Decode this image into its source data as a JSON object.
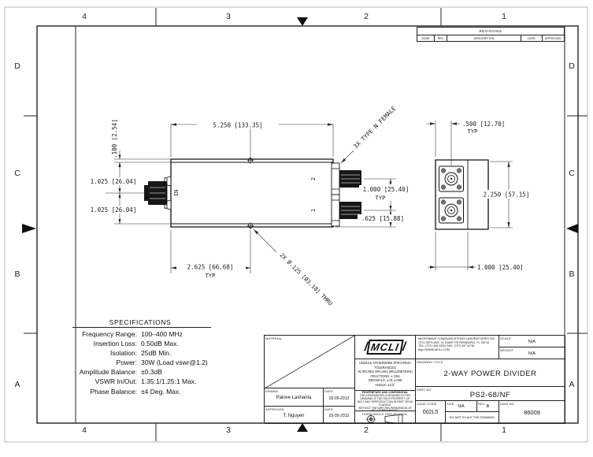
{
  "sheet": {
    "zones_top": [
      "4",
      "3",
      "2",
      "1"
    ],
    "zones_bottom": [
      "4",
      "3",
      "2",
      "1"
    ],
    "zones_left": [
      "D",
      "C",
      "B",
      "A"
    ],
    "zones_right": [
      "D",
      "C",
      "B",
      "A"
    ]
  },
  "revisions": {
    "title": "REVISIONS",
    "col_zone": "ZONE",
    "col_rev": "REV",
    "col_description": "DESCRIPTION",
    "col_date": "DATE",
    "col_approved": "APPROVED"
  },
  "specifications": {
    "title": "SPECIFICATIONS",
    "rows": [
      {
        "label": "Frequency Range:",
        "value": "100–400 MHz"
      },
      {
        "label": "Insertion Loss:",
        "value": "0.50dB Max."
      },
      {
        "label": "Isolation:",
        "value": "25dB Min."
      },
      {
        "label": "Power:",
        "value": "30W (Load vswr@1.2)"
      },
      {
        "label": "Amplitude Balance:",
        "value": "±0.3dB"
      },
      {
        "label": "VSWR In/Out:",
        "value": "1.35:1/1.25:1 Max."
      },
      {
        "label": "Phase Balance:",
        "value": "±4 Deg. Max."
      }
    ]
  },
  "front": {
    "dim_width": "5.250 [133.35]",
    "dim_lid": ".100 [2.54]",
    "dim_upper": "1.025 [26.04]",
    "dim_lower": "1.025 [26.04]",
    "dim_port_pitch": "1.000 [25.40]",
    "dim_port1": ".625 [15.88]",
    "dim_holes": "2.625 [66.68]",
    "typ": "TYP",
    "note_holes": "2X Ø.125 [Ø3.18] THRU",
    "note_connectors": "3X TYPE N FEMALE",
    "label_in": "IN",
    "label_port2": "2",
    "label_port1": "1"
  },
  "side": {
    "dim_offset": ".500 [12.70]",
    "typ": "TYP",
    "dim_height": "2.250 [57.15]",
    "dim_depth": "1.000 [25.40]"
  },
  "title_block": {
    "material_label": "MATERIAL",
    "logo_text": "MCLI",
    "company": [
      "MICROWAVE COMMUNICATIONS LABORATORIES INC.",
      "7271 55TH AVE. N. SAINT PETERSBURG, FL 33710",
      "TEL: (727) 344-6254  FAX: (727) 347-6718",
      "http://WWW.MCLI.COM"
    ],
    "tolerances": [
      "UNLESS OTHERWISE SPECIFIED:",
      "TOLERANCES",
      "IN INCHES OR [mm] (MILLIMETERS)",
      "FRACTIONS: ± 1/64",
      "DECIMALS: ±.01 ±.005",
      "ANGLE: ±1/2°"
    ],
    "proprietary": [
      "PROPRIETARY AND CONFIDENTIAL",
      "THE INFORMATION CONTAINED IN THIS DRAWING IS THE SOLE PROPERTY OF MCLI. ANY REPRODUCTION IN PART OR AS A WHOLE",
      "WITHOUT THE WRITTEN PERMISSION OF MCLI IS PROHIBITED."
    ],
    "projection_label": "THIRD ANGLE PROJECTION",
    "drawn_label": "DRAWN",
    "drawn_name": "Palove Lashanta",
    "date_label": "DATE",
    "drawn_date": "03-05-2012",
    "approved_label": "APPROVED",
    "approved_name": "T. Nguyen",
    "approved_date": "03-05-2012",
    "scale_label": "SCALE",
    "scale": "N/A",
    "weight_label": "WEIGHT",
    "weight": "N/A",
    "title_label": "DRAWING TITLE",
    "title": "2-WAY POWER DIVIDER",
    "part_label": "PART NO",
    "part": "PS2-68/NF",
    "cage_label": "CAGE CODE",
    "cage": "002L5",
    "size_label": "SIZE",
    "size": "N/A",
    "rev_label": "REV",
    "rev": "B",
    "no_scale": "DO NOT SCALE THE DRAWING",
    "dwg_label": "DWG NO",
    "dwg": "86009"
  }
}
